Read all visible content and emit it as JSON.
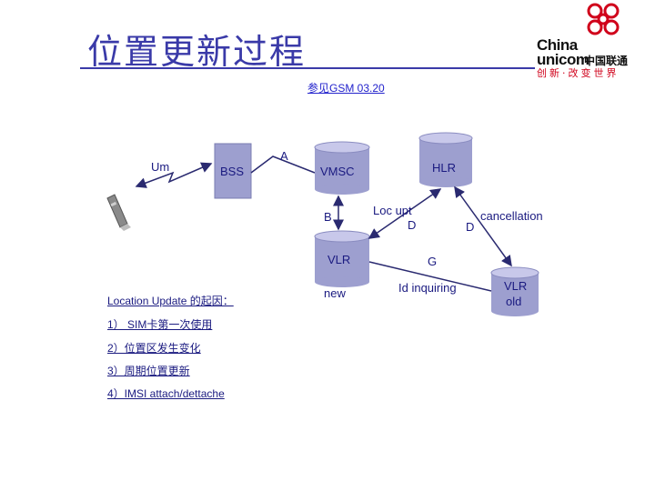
{
  "title": "位置更新过程",
  "reference": "参见GSM 03.20",
  "logo": {
    "line1": "China",
    "line2": "unicom",
    "cn": "中国联通",
    "slogan": "创新·改变世界"
  },
  "labels": {
    "um": "Um",
    "bss": "BSS",
    "a": "A",
    "vmsc": "VMSC",
    "hlr": "HLR",
    "b": "B",
    "loc_upt": "Loc upt",
    "d1": "D",
    "cancellation": "cancellation",
    "d2": "D",
    "vlr_new": "VLR",
    "new": "new",
    "g": "G",
    "id_inquiring": "Id inquiring",
    "vlr_old": "VLR",
    "old": "old"
  },
  "reasons": {
    "heading": "Location Update 的起因：",
    "items": [
      "1） SIM卡第一次使用",
      "2）位置区发生变化",
      "3）周期位置更新",
      "4）IMSI attach/dettache"
    ]
  },
  "colors": {
    "title": "#3a3aa8",
    "cylinder_top": "#c8c8ea",
    "cylinder_body": "#9d9fcf",
    "bss_box": "#9d9fcf",
    "arrow": "#2a2a70",
    "logo_red": "#d0021b"
  }
}
